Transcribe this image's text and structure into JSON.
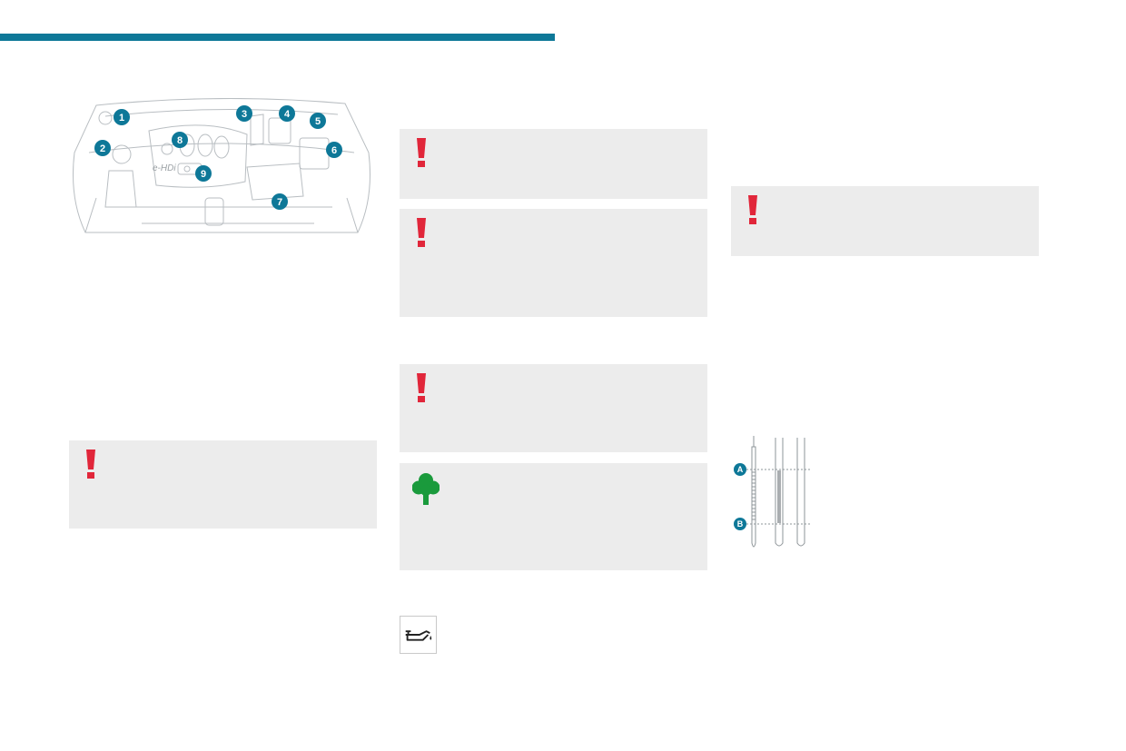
{
  "colors": {
    "accent": "#0e7898",
    "note_background": "#ececec",
    "warning": "#e1263a",
    "eco": "#1a9a3c"
  },
  "engine_diagram": {
    "logo_text": "e-HDi",
    "markers": [
      "1",
      "2",
      "3",
      "4",
      "5",
      "6",
      "7",
      "8",
      "9"
    ]
  },
  "dipstick_diagram": {
    "markers": [
      "A",
      "B"
    ]
  },
  "icons": {
    "warning": "exclamation-warning-icon",
    "eco": "eco-tree-icon",
    "oil": "oil-can-icon"
  }
}
